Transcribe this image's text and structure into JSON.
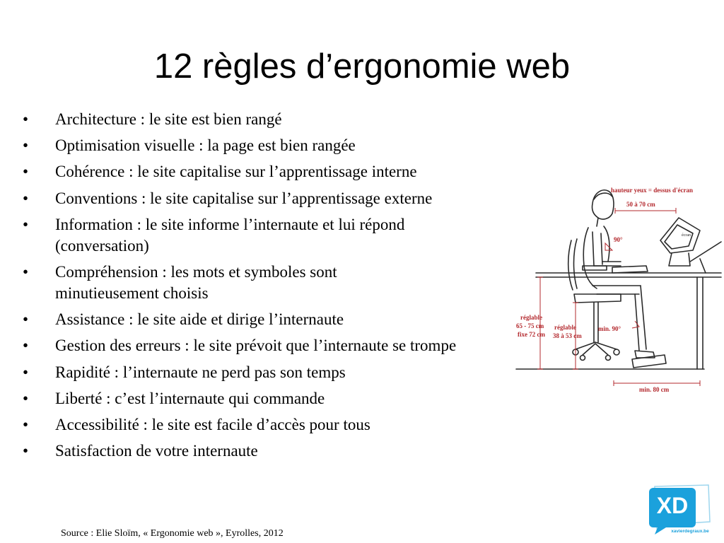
{
  "slide": {
    "title": "12 règles d’ergonomie web",
    "bullets": [
      "Architecture : le site est bien rangé",
      "Optimisation visuelle : la page est bien rangée",
      "Cohérence : le site capitalise sur l’apprentissage interne",
      "Conventions : le site capitalise sur l’apprentissage externe",
      "Information : le site informe l’internaute et lui répond (conversation)",
      "Compréhension : les mots et symboles sont minutieusement choisis",
      "Assistance : le site aide et dirige l’internaute",
      "Gestion des erreurs : le site prévoit que l’internaute se trompe",
      "Rapidité : l’internaute ne perd pas son temps",
      "Liberté : c’est l’internaute qui commande",
      "Accessibilité : le site est facile d’accès pour tous",
      "Satisfaction de votre internaute"
    ],
    "bullet_symbol": "•",
    "source": "Source : Elie Sloïm, « Ergonomie web », Eyrolles, 2012"
  },
  "figure": {
    "labels": {
      "eye_height": "hauteur yeux = dessus d'écran",
      "distance": "50 à 70 cm",
      "screen": "écran",
      "angle_arm": "90°",
      "angle_knee": "min. 90°",
      "desk_height_1": "réglable",
      "desk_height_2": "65 - 75 cm",
      "desk_height_3": "fixe 72 cm",
      "seat_height_1": "réglable",
      "seat_height_2": "38 à 53 cm",
      "desk_depth": "min. 80 cm"
    },
    "colors": {
      "annotation": "#b3282d",
      "line": "#2a2a2a"
    }
  },
  "logo": {
    "mark": "XD",
    "text": "xavierdegraux.be",
    "color": "#1ba1dc"
  }
}
